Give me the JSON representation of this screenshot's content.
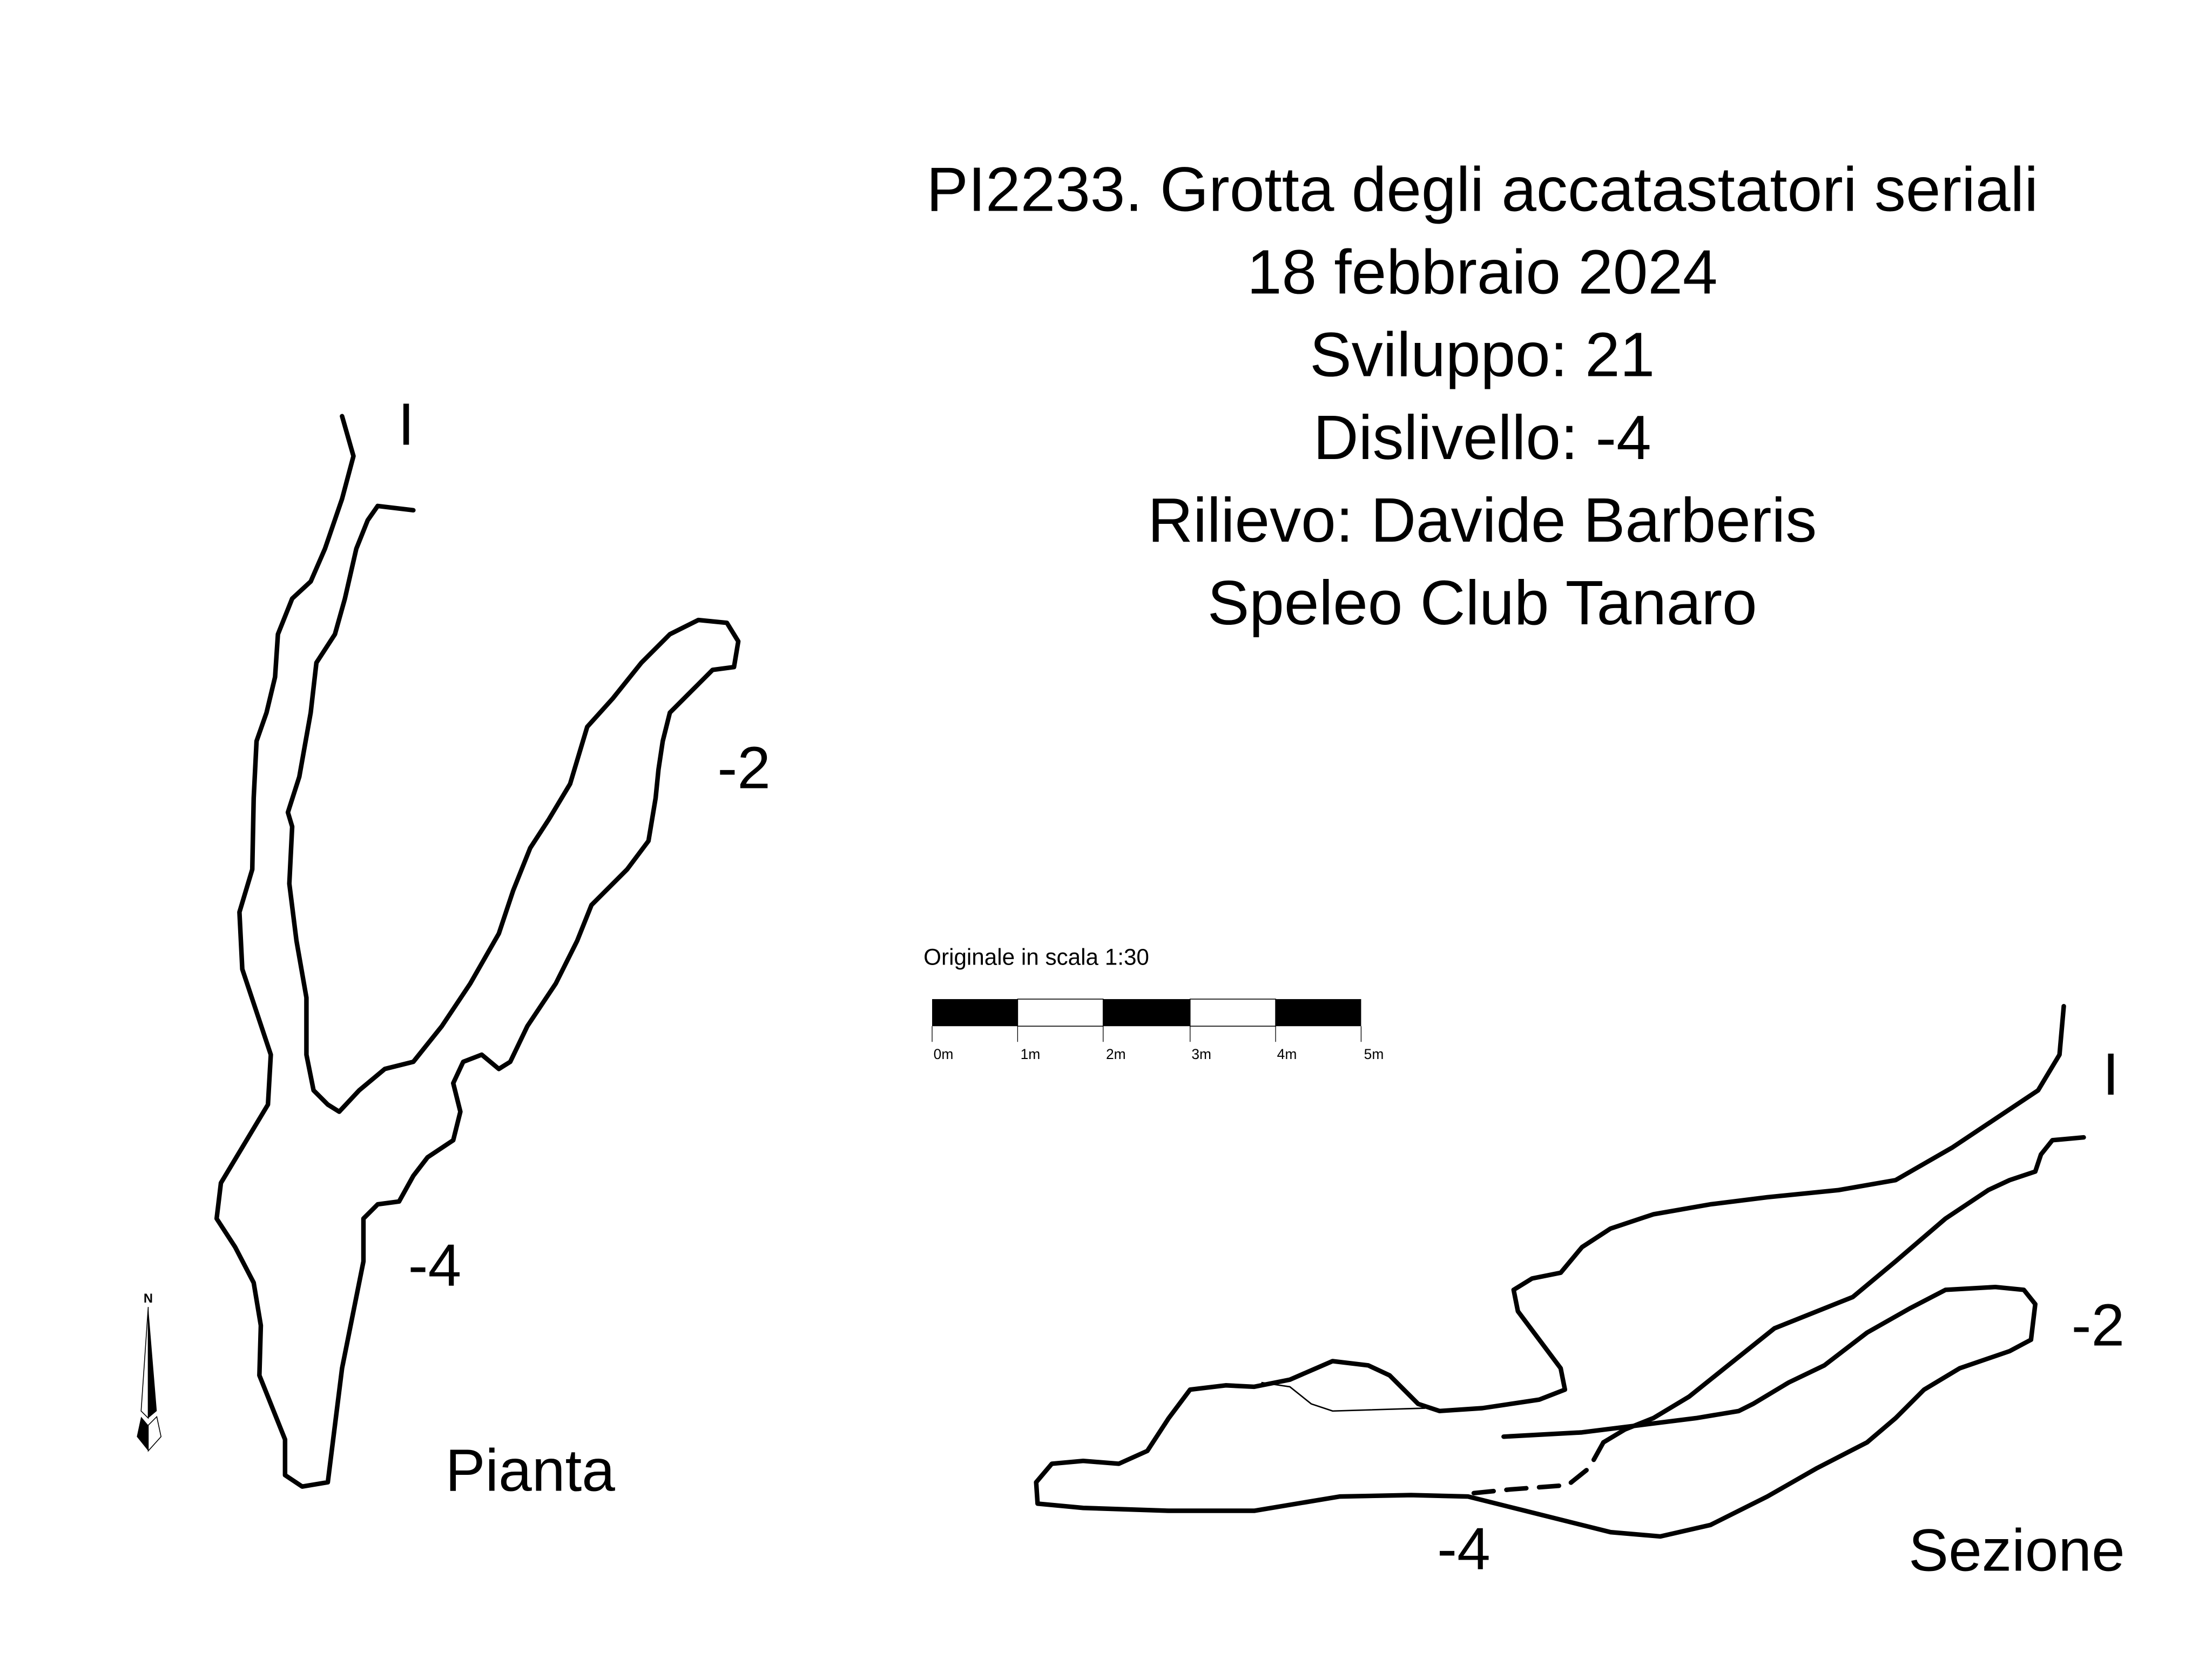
{
  "header": {
    "lines": [
      "PI2233. Grotta degli accatastatori seriali",
      "18 febbraio 2024",
      "Sviluppo: 21",
      "Dislivello: -4",
      "Rilievo: Davide Barberis",
      "Speleo Club Tanaro"
    ]
  },
  "plan": {
    "title": "Pianta",
    "entrance_label": "I",
    "depth_labels": [
      "-2",
      "-4"
    ]
  },
  "section": {
    "title": "Sezione",
    "entrance_label": "I",
    "depth_labels": [
      "-2",
      "-4"
    ]
  },
  "scale_bar": {
    "title": "Originale in scala 1:30",
    "ticks": [
      "0m",
      "1m",
      "2m",
      "3m",
      "4m",
      "5m"
    ]
  },
  "north_arrow": {
    "label": "N"
  }
}
